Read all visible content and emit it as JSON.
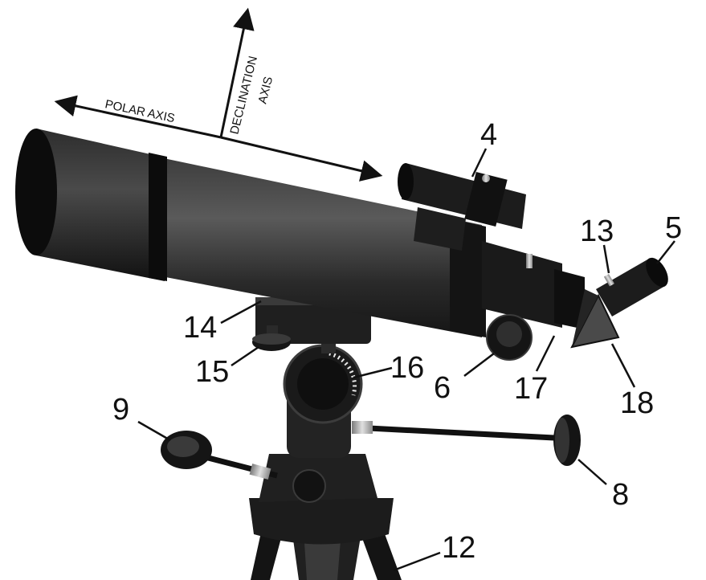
{
  "labels": {
    "polar_axis": "POLAR AXIS",
    "declination_line1": "DECLINATION",
    "declination_line2": "AXIS",
    "callouts": [
      "4",
      "5",
      "13",
      "14",
      "15",
      "16",
      "6",
      "17",
      "18",
      "9",
      "8",
      "12"
    ]
  },
  "colors": {
    "ink": "#111111",
    "tube": "#2a2a2a",
    "tube_highlight": "#555555",
    "metal": "#bdbdbd",
    "background": "#ffffff"
  }
}
